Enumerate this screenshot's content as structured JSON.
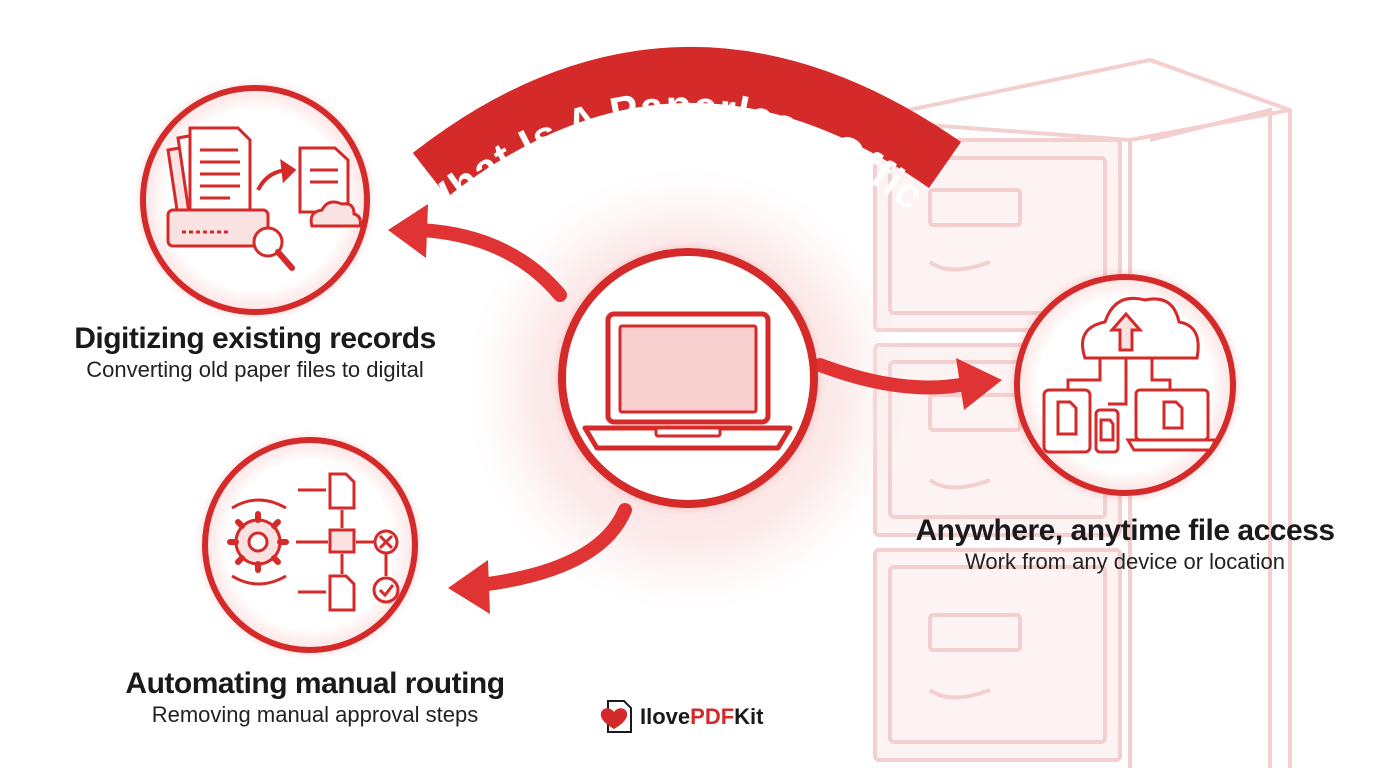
{
  "title": "What Is A Paperless Office",
  "colors": {
    "accent": "#d42a2a",
    "accent_light": "#f7d3d3",
    "text": "#1a1a1a"
  },
  "center": {
    "icon": "laptop-icon"
  },
  "items": [
    {
      "title": "Digitizing existing records",
      "subtitle": "Converting old paper files to digital",
      "icon": "document-scan-icon"
    },
    {
      "title": "Anywhere, anytime file access",
      "subtitle": "Work from any device or location",
      "icon": "cloud-devices-icon"
    },
    {
      "title": "Automating manual routing",
      "subtitle": "Removing manual approval steps",
      "icon": "workflow-icon"
    }
  ],
  "brand": {
    "part1": "Ilove",
    "part2": "PDF",
    "part3": "Kit",
    "icon": "heart-document-icon"
  }
}
